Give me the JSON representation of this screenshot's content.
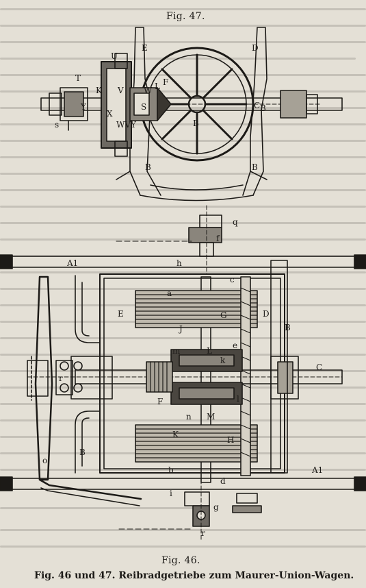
{
  "figures": {
    "top_label": "Fig. 47.",
    "bottom_label": "Fig. 46.",
    "caption": "Fig. 46 und 47. Reibradgetriebe zum Maurer-Union-Wagen."
  },
  "fig47_labels": [
    "E",
    "D",
    "U",
    "T",
    "K",
    "V",
    "W",
    "L",
    "F",
    "Y",
    "S",
    "C",
    "X",
    "WVY",
    "B",
    "B",
    "B",
    "B",
    "s"
  ],
  "fig46_labels": [
    "q",
    "f",
    "h",
    "A1",
    "c",
    "a",
    "E",
    "G",
    "D",
    "B",
    "J",
    "L",
    "m",
    "k",
    "e",
    "C",
    "r",
    "F",
    "l",
    "M",
    "n",
    "K",
    "H",
    "o",
    "B",
    "b",
    "d",
    "A1",
    "i",
    "g",
    "r"
  ]
}
